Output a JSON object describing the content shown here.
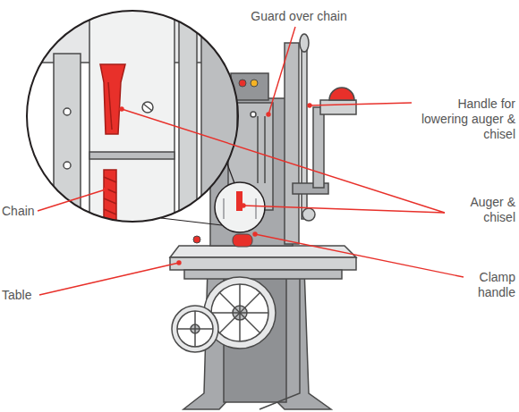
{
  "diagram": {
    "labels": [
      "Guard over chain",
      "Handle for lowering auger & chisel",
      "Chain",
      "Auger & chisel",
      "Table",
      "Clamp handle"
    ]
  }
}
